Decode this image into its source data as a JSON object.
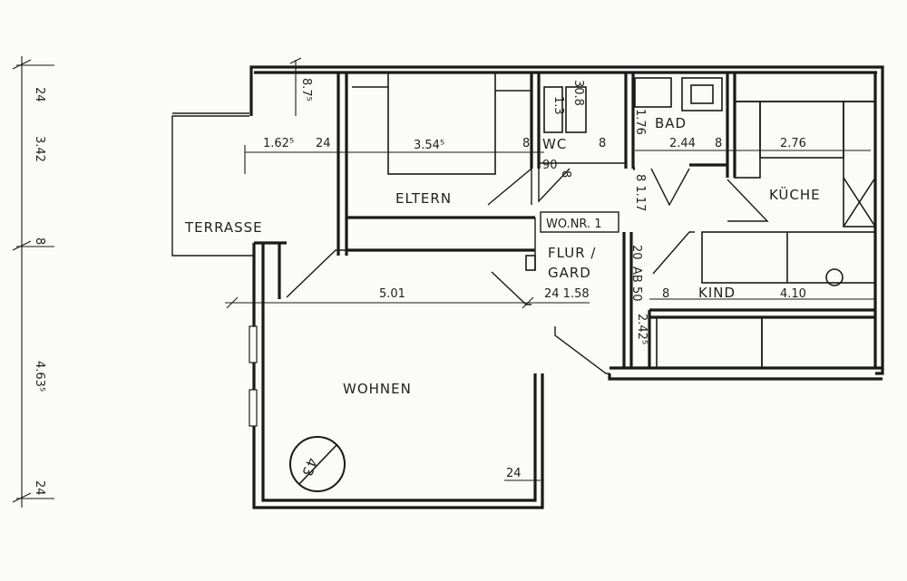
{
  "rooms": {
    "terrasse": "TERRASSE",
    "eltern": "ELTERN",
    "wc": "WC",
    "bad": "BAD",
    "kueche": "KÜCHE",
    "flur": "FLUR /",
    "gard": "GARD",
    "kind": "KIND",
    "wohnen": "WOHNEN"
  },
  "unit_label": "WO.NR. 1",
  "stamp": "43",
  "dimensions": {
    "left_24_top": "24",
    "left_342": "3.42",
    "left_8": "8",
    "left_4635": "4.63⁵",
    "left_24_bottom": "24",
    "d_875": "8.7⁵",
    "d_1625": "1.62⁵",
    "d_24_a": "24",
    "d_3545": "3.54⁵",
    "d_8_a": "8",
    "d_8_b": "8",
    "d_8_c": "8",
    "d_8_d": "8",
    "d_308": "30.8",
    "d_133": "1.3",
    "d_90": "90",
    "d_8_wc": "8",
    "d_176": "1.76",
    "d_244": "2.44",
    "d_276": "2.76",
    "d_117": "8 1.17",
    "d_501": "5.01",
    "d_24158": "24 1.58",
    "d_20": "20",
    "d_ab": "AB",
    "d_50": "50",
    "d_2425": "2.42⁵",
    "d_410": "4.10",
    "d_24_b": "24"
  }
}
